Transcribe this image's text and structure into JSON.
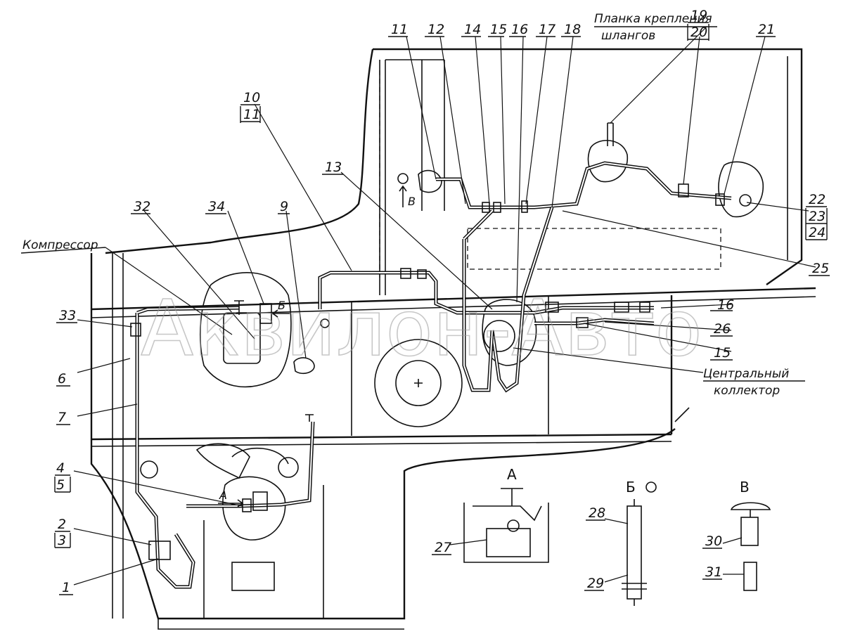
{
  "watermark": "Аквилон-Авто",
  "captions": {
    "hose_bracket_line1": "Планка крепления",
    "hose_bracket_line2": "шлангов",
    "compressor": "Компрессор",
    "central_collector_line1": "Центральный",
    "central_collector_line2": "коллектор"
  },
  "view_titles": {
    "a": "А",
    "b": "Б",
    "v": "В"
  },
  "arrow_labels": {
    "a": "А",
    "b": "Б",
    "v": "В"
  },
  "callouts": [
    {
      "id": "c1",
      "text": "1"
    },
    {
      "id": "c2",
      "text": "2"
    },
    {
      "id": "c3",
      "text": "3"
    },
    {
      "id": "c4",
      "text": "4"
    },
    {
      "id": "c5",
      "text": "5"
    },
    {
      "id": "c6",
      "text": "6"
    },
    {
      "id": "c7",
      "text": "7"
    },
    {
      "id": "c9",
      "text": "9"
    },
    {
      "id": "c10",
      "text": "10"
    },
    {
      "id": "c11a",
      "text": "11"
    },
    {
      "id": "c11b",
      "text": "11"
    },
    {
      "id": "c12",
      "text": "12"
    },
    {
      "id": "c13",
      "text": "13"
    },
    {
      "id": "c14",
      "text": "14"
    },
    {
      "id": "c15a",
      "text": "15"
    },
    {
      "id": "c15b",
      "text": "15"
    },
    {
      "id": "c16a",
      "text": "16"
    },
    {
      "id": "c16b",
      "text": "16"
    },
    {
      "id": "c17",
      "text": "17"
    },
    {
      "id": "c18",
      "text": "18"
    },
    {
      "id": "c19",
      "text": "19"
    },
    {
      "id": "c20",
      "text": "20"
    },
    {
      "id": "c21",
      "text": "21"
    },
    {
      "id": "c22",
      "text": "22"
    },
    {
      "id": "c23",
      "text": "23"
    },
    {
      "id": "c24",
      "text": "24"
    },
    {
      "id": "c25",
      "text": "25"
    },
    {
      "id": "c26",
      "text": "26"
    },
    {
      "id": "c27",
      "text": "27"
    },
    {
      "id": "c28",
      "text": "28"
    },
    {
      "id": "c29",
      "text": "29"
    },
    {
      "id": "c30",
      "text": "30"
    },
    {
      "id": "c31",
      "text": "31"
    },
    {
      "id": "c32",
      "text": "32"
    },
    {
      "id": "c33",
      "text": "33"
    },
    {
      "id": "c34",
      "text": "34"
    }
  ]
}
